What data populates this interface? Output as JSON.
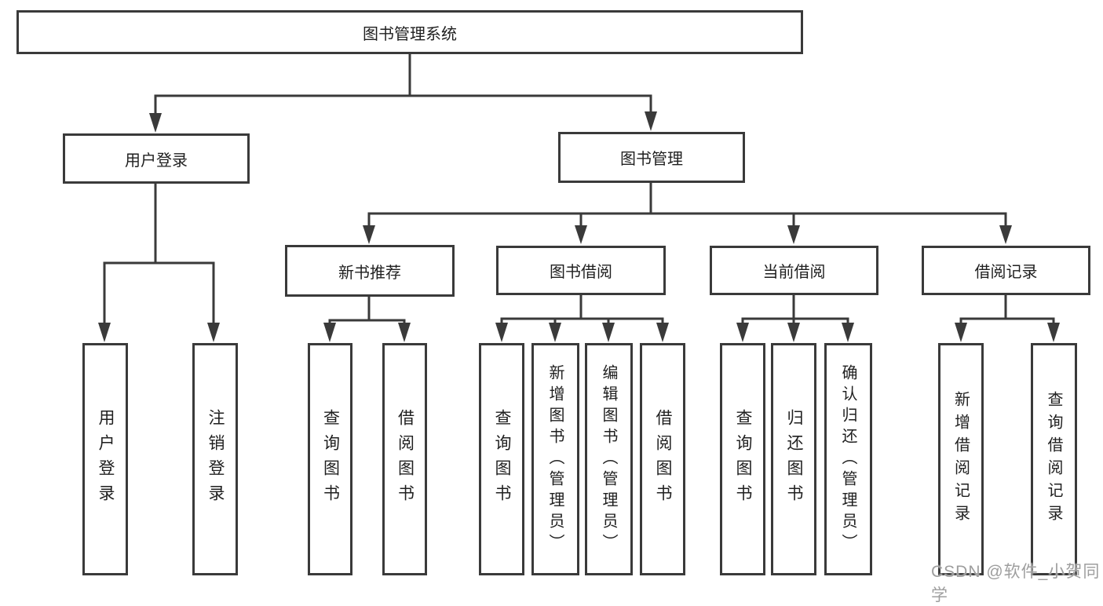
{
  "diagram_title": "图书管理系统",
  "nodes": {
    "root": "图书管理系统",
    "user_login": "用户登录",
    "book_mgmt": "图书管理",
    "new_book_rec": "新书推荐",
    "book_borrow": "图书借阅",
    "current_borrow": "当前借阅",
    "borrow_records": "借阅记录",
    "leaf_user_login": "用户登录",
    "leaf_logout": "注销登录",
    "leaf_query_book_1": "查询图书",
    "leaf_borrow_book_1": "借阅图书",
    "leaf_query_book_2": "查询图书",
    "leaf_add_book": "新增图书（管理员）",
    "leaf_edit_book": "编辑图书（管理员）",
    "leaf_borrow_book_2": "借阅图书",
    "leaf_query_book_3": "查询图书",
    "leaf_return_book": "归还图书",
    "leaf_confirm_return": "确认归还（管理员）",
    "leaf_add_record": "新增借阅记录",
    "leaf_query_record": "查询借阅记录"
  },
  "watermark": "CSDN @软件_小贺同学",
  "colors": {
    "line": "#3a3a3a",
    "text": "#1f1f1f",
    "watermark": "#9e9e9e",
    "background": "#ffffff"
  }
}
